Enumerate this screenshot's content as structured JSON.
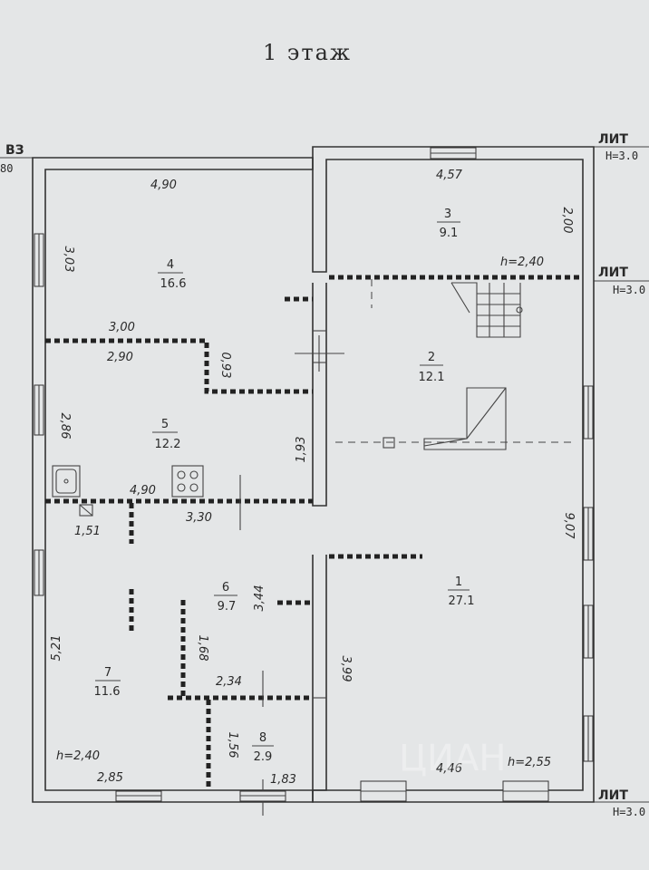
{
  "title": "1 этаж",
  "edge_labels": {
    "top_left": "ВЗ",
    "top_left_sub": "80",
    "lit_1": "ЛИТ",
    "lit_1_h": "Н=3.0",
    "lit_2": "ЛИТ",
    "lit_2_h": "Н=3.0",
    "lit_3": "ЛИТ",
    "lit_3_h": "Н=3.0"
  },
  "rooms": [
    {
      "num": "1",
      "area": "27.1"
    },
    {
      "num": "2",
      "area": "12.1"
    },
    {
      "num": "3",
      "area": "9.1"
    },
    {
      "num": "4",
      "area": "16.6"
    },
    {
      "num": "5",
      "area": "12.2"
    },
    {
      "num": "6",
      "area": "9.7"
    },
    {
      "num": "7",
      "area": "11.6"
    },
    {
      "num": "8",
      "area": "2.9"
    }
  ],
  "dimensions": {
    "d490_top": "4,90",
    "d457": "4,57",
    "d303": "3,03",
    "d200": "2,00",
    "h240_top": "h=2,40",
    "d300": "3,00",
    "d290": "2,90",
    "d093": "0,93",
    "d286": "2,86",
    "d193": "1,93",
    "d490_mid": "4,90",
    "d151": "1,51",
    "d330": "3,30",
    "d907": "9,07",
    "d344": "3,44",
    "d521": "5,21",
    "d168": "1,68",
    "d234": "2,34",
    "d399": "3,99",
    "d156": "1,56",
    "h240_bottom": "h=2,40",
    "d285": "2,85",
    "d183": "1,83",
    "d446": "4,46",
    "h255": "h=2,55"
  },
  "watermark": "ЦИАН"
}
